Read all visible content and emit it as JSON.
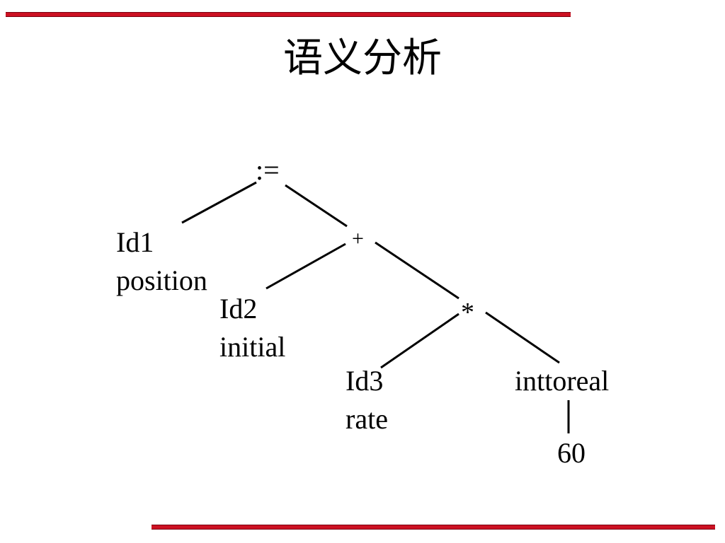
{
  "title": "语义分析",
  "tree": {
    "nodes": {
      "assign": {
        "label": ":="
      },
      "id1": {
        "label": "Id1",
        "sublabel": "position"
      },
      "plus": {
        "label": "+"
      },
      "id2": {
        "label": "Id2",
        "sublabel": "initial"
      },
      "times": {
        "label": "*"
      },
      "id3": {
        "label": "Id3",
        "sublabel": "rate"
      },
      "inttoreal": {
        "label": "inttoreal"
      },
      "const60": {
        "label": "60"
      }
    },
    "edges": [
      [
        "assign",
        "id1"
      ],
      [
        "assign",
        "plus"
      ],
      [
        "plus",
        "id2"
      ],
      [
        "plus",
        "times"
      ],
      [
        "times",
        "id3"
      ],
      [
        "times",
        "inttoreal"
      ],
      [
        "inttoreal",
        "const60"
      ]
    ]
  },
  "colors": {
    "accent_rule": "#cc1122",
    "text": "#000000",
    "background": "#ffffff"
  }
}
